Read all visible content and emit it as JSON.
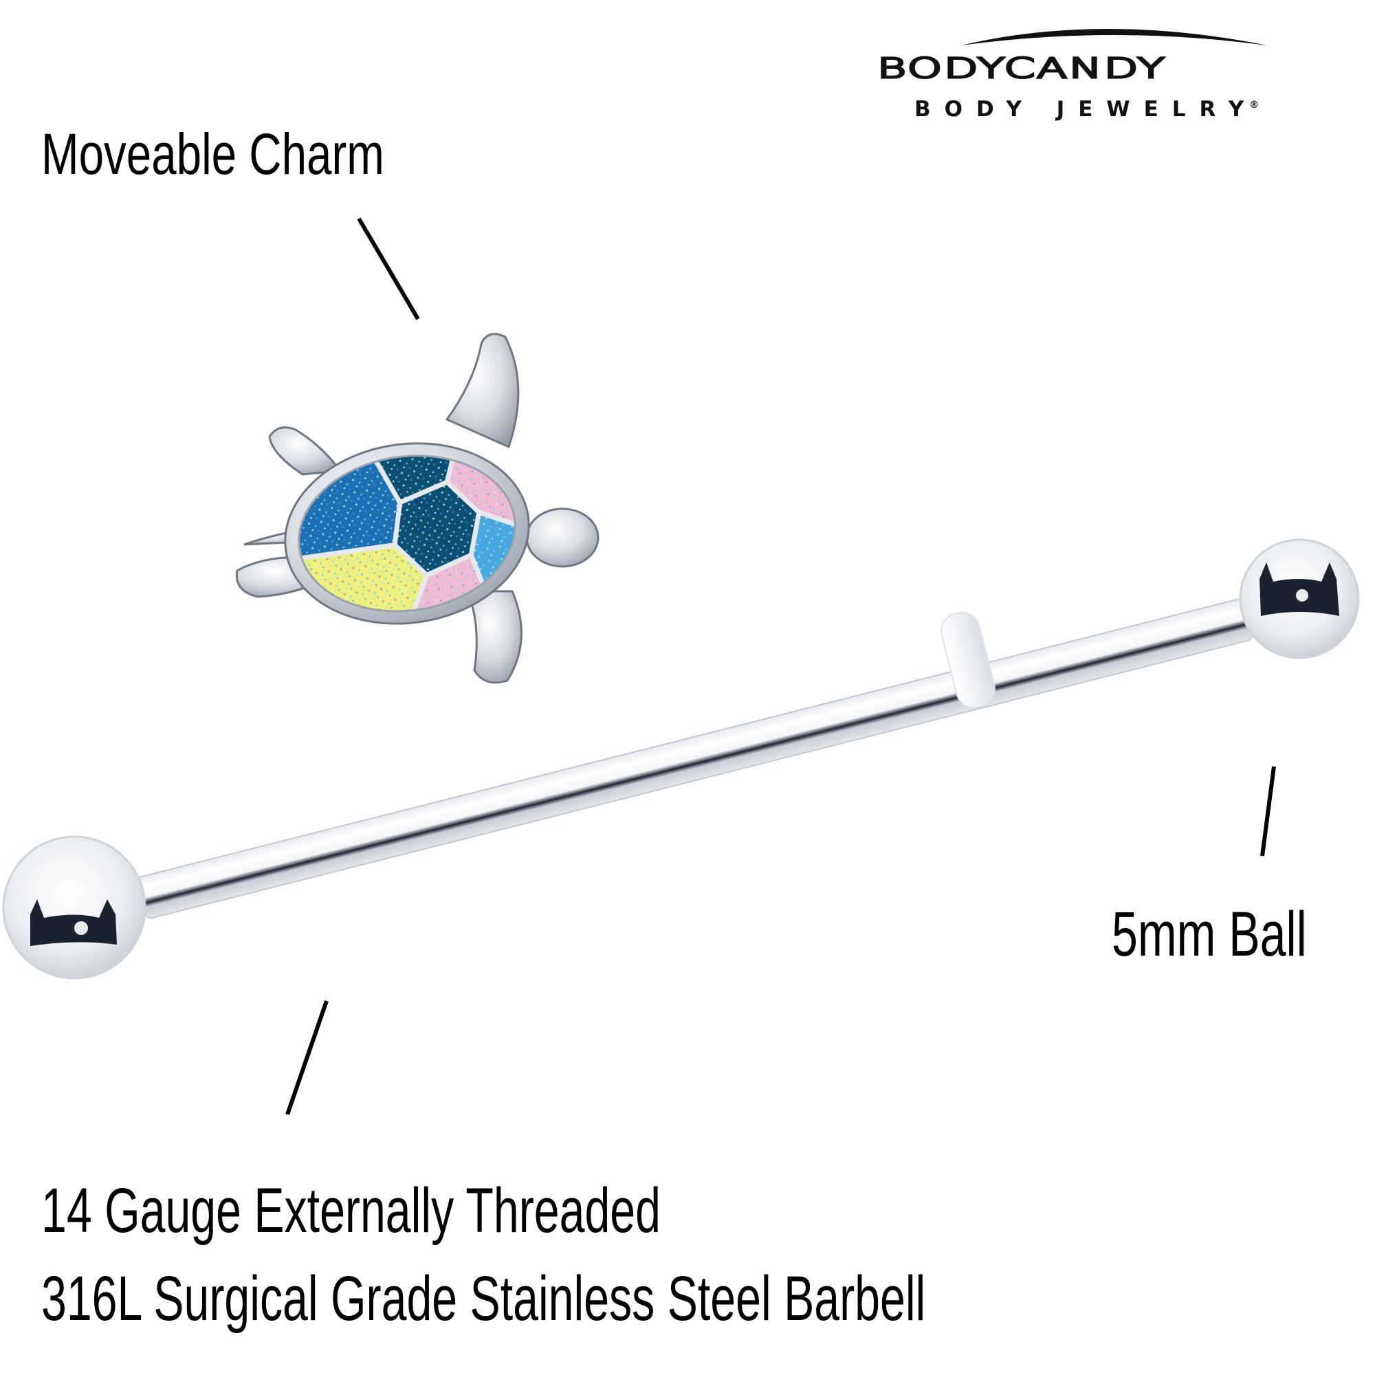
{
  "brand": {
    "name": "BODYCANDY",
    "tagline": "BODY JEWELRY",
    "registered_mark": "®"
  },
  "callouts": {
    "charm": "Moveable Charm",
    "ball": "5mm Ball",
    "spec_lines": [
      "14 Gauge Externally Threaded",
      "316L Surgical Grade Stainless Steel Barbell"
    ]
  },
  "product": {
    "type": "industrial barbell",
    "charm": "sea turtle",
    "charm_shell_colors": {
      "dark_teal": "#0d4e72",
      "blue": "#1f6fb3",
      "light_blue": "#4aa8e0",
      "pink": "#f3b8d2",
      "yellow": "#eef07c"
    },
    "metal_color": "#d9dde3",
    "o_ring_color": "#f2f4f7"
  }
}
